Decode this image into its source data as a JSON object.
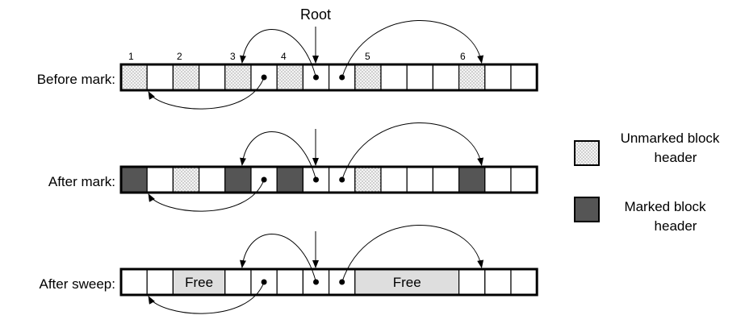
{
  "root_label": "Root",
  "block_numbers": [
    "1",
    "2",
    "3",
    "4",
    "5",
    "6"
  ],
  "rows": [
    {
      "label": "Before mark:",
      "cells": [
        "U",
        "E",
        "U",
        "E",
        "U",
        "P",
        "U",
        "P",
        "P",
        "U",
        "E",
        "E",
        "E",
        "U",
        "E",
        "E"
      ]
    },
    {
      "label": "After mark:",
      "cells": [
        "M",
        "E",
        "U",
        "E",
        "M",
        "P",
        "M",
        "P",
        "P",
        "U",
        "E",
        "E",
        "E",
        "M",
        "E",
        "E"
      ]
    },
    {
      "label": "After sweep:",
      "cells": [
        "E",
        "E",
        "F:Free",
        "",
        "E",
        "P",
        "E",
        "P",
        "P",
        "F:Free",
        "",
        "",
        "",
        "E",
        "E",
        "E"
      ]
    }
  ],
  "free_label": "Free",
  "legend": [
    {
      "kind": "unmarked",
      "line1": "Unmarked block",
      "line2": "header"
    },
    {
      "kind": "marked",
      "line1": "Marked block",
      "line2": "header"
    }
  ],
  "colors": {
    "marked": "#555555",
    "free": "#dedede",
    "unmarked_bg": "#f2f2f2",
    "stroke": "#000000"
  }
}
